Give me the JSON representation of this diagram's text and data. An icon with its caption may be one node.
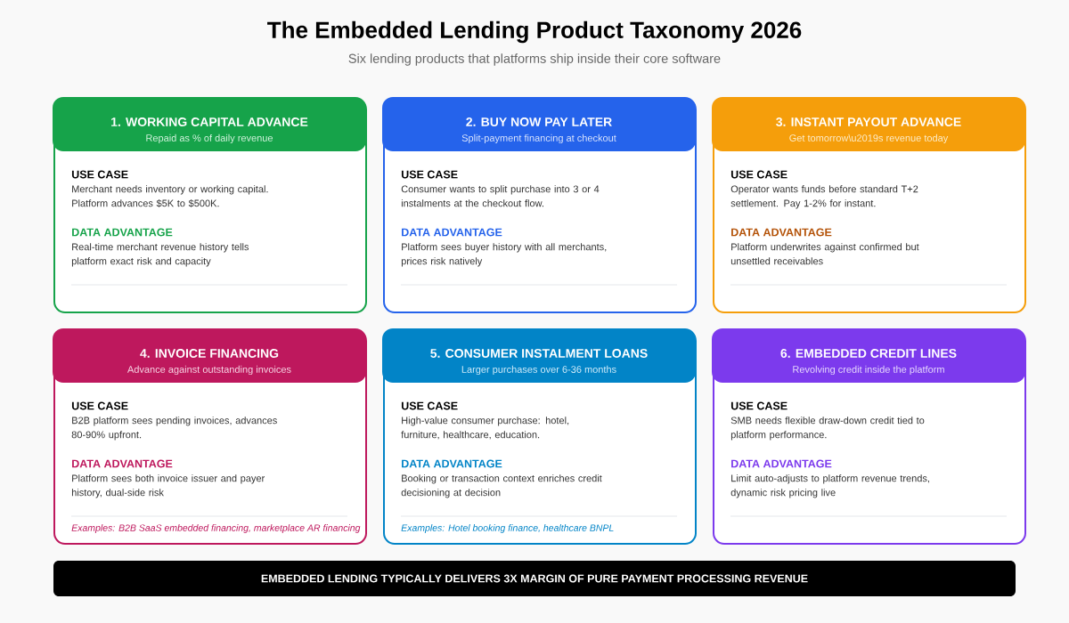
{
  "diagram": {
    "title": "The Embedded Lending Product Taxonomy 2026",
    "nodes": [
      {
        "text": [
          "1. WORKING CAPITAL ADVANCE",
          "Repaid as % of daily revenue",
          "USE CASE",
          "Merchant needs inventory or working capital. Platform advances $5K to $500K.",
          "DATA ADVANTAGE",
          "Real-time merchant revenue history tells platform exact risk and capacity"
        ]
      },
      {
        "text": [
          "2. BUY NOW PAY LATER",
          "Split-payment financing at checkout",
          "USE CASE",
          "Consumer wants to split purchase into 3 or 4 instalments at the checkout flow.",
          "DATA ADVANTAGE",
          "Platform sees buyer history with all merchants, prices risk natively"
        ]
      },
      {
        "text": [
          "3. INSTANT PAYOUT ADVANCE",
          "Get tomorrow\\u2019s revenue today",
          "USE CASE",
          "Operator wants funds before standard T+2 settlement. Pay 1-2% for instant.",
          "DATA ADVANTAGE",
          "Platform underwrites against confirmed but unsettled receivables"
        ]
      },
      {
        "text": [
          "4. INVOICE FINANCING",
          "Advance against outstanding invoices",
          "USE CASE",
          "B2B platform sees pending invoices, advances 80-90% upfront.",
          "DATA ADVANTAGE",
          "Platform sees both invoice issuer and payer history, dual-side risk",
          "Examples: B2B SaaS embedded financing, marketplace AR financing"
        ]
      },
      {
        "text": [
          "5. CONSUMER INSTALMENT LOANS",
          "Larger purchases over 6-36 months",
          "USE CASE",
          "High-value consumer purchase: hotel, furniture, healthcare, education.",
          "DATA ADVANTAGE",
          "Booking or transaction context enriches credit decisioning at decision",
          "Examples: Hotel booking finance, healthcare BNPL"
        ]
      },
      {
        "text": [
          "6. EMBEDDED CREDIT LINES",
          "Revolving credit inside the platform",
          "USE CASE",
          "SMB needs flexible draw-down credit tied to platform performance.",
          "DATA ADVANTAGE",
          "Limit auto-adjusts to platform revenue trends, dynamic risk pricing live"
        ]
      },
      {
        "text": [
          "EMBEDDED LENDING TYPICALLY DELIVERS 3X MARGIN OF PURE PAYMENT PROCESSING REVENUE"
        ]
      }
    ],
    "labels": [
      "Six lending products that platforms ship inside their core software"
    ]
  }
}
